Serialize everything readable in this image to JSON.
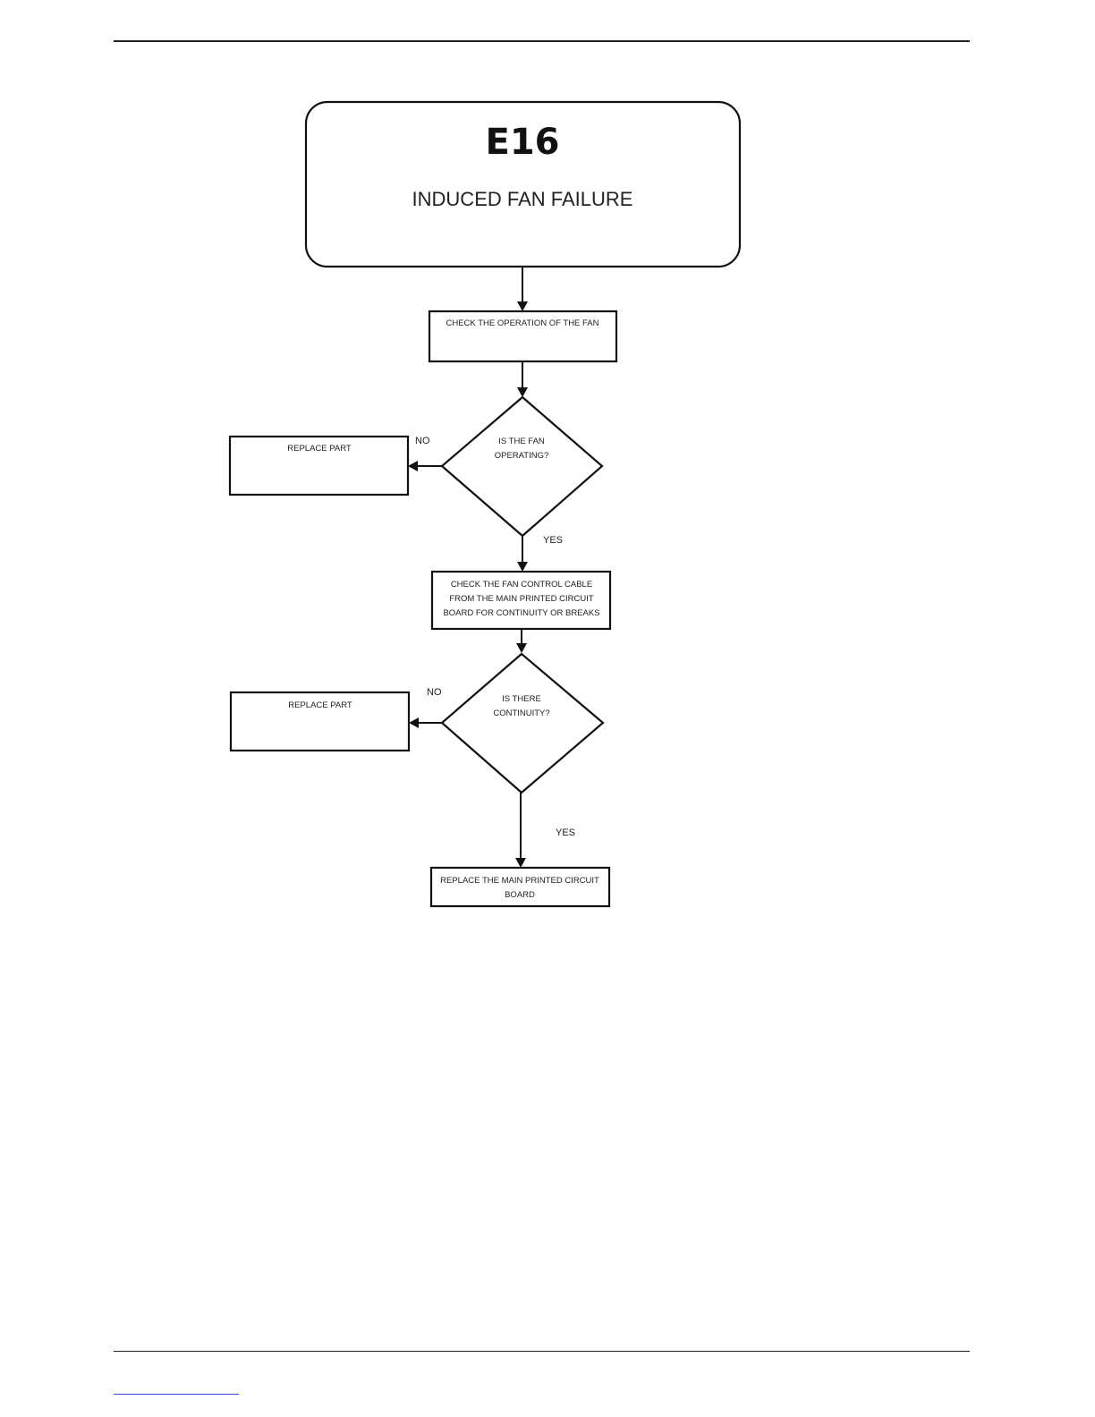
{
  "header": {
    "code": "E16",
    "title": "INDUCED FAN FAILURE"
  },
  "steps": {
    "check_fan": "CHECK THE OPERATION OF THE FAN",
    "check_cable": [
      "CHECK THE FAN CONTROL CABLE",
      "FROM THE MAIN PRINTED CIRCUIT",
      "BOARD FOR CONTINUITY OR BREAKS"
    ],
    "replace_board": [
      "REPLACE THE MAIN PRINTED CIRCUIT",
      "BOARD"
    ]
  },
  "decisions": {
    "fan_operating": [
      "IS THE FAN",
      "OPERATING?"
    ],
    "continuity": [
      "IS THERE",
      "CONTINUITY?"
    ]
  },
  "outcomes": {
    "replace_part_1": "REPLACE PART",
    "replace_part_2": "REPLACE PART"
  },
  "edge_labels": {
    "no_1": "NO",
    "yes_1": "YES",
    "no_2": "NO",
    "yes_2": "YES"
  }
}
